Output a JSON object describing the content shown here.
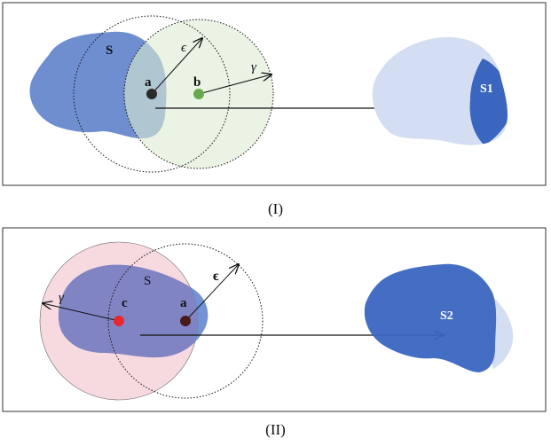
{
  "panels": [
    {
      "caption": "(I)",
      "labels": {
        "set": "S",
        "point_a": "a",
        "point_b": "b",
        "epsilon": "ϵ",
        "gamma": "γ",
        "result": "S1"
      }
    },
    {
      "caption": "(II)",
      "labels": {
        "set": "S",
        "point_c": "c",
        "point_a": "a",
        "epsilon": "ϵ",
        "gamma": "γ",
        "result": "S2"
      }
    }
  ],
  "colors": {
    "set_blue": "#4a72c4",
    "set_blue_light": "#d4def2",
    "result_blue": "#3a66c0",
    "epsilon_ball_green": "#dcebd2",
    "gamma_ball_pink": "#f2c6cf",
    "point_dark": "#2b2b2b",
    "point_green": "#6aa84f",
    "point_red": "#e8282e",
    "point_dark_red": "#4a1a1a"
  }
}
